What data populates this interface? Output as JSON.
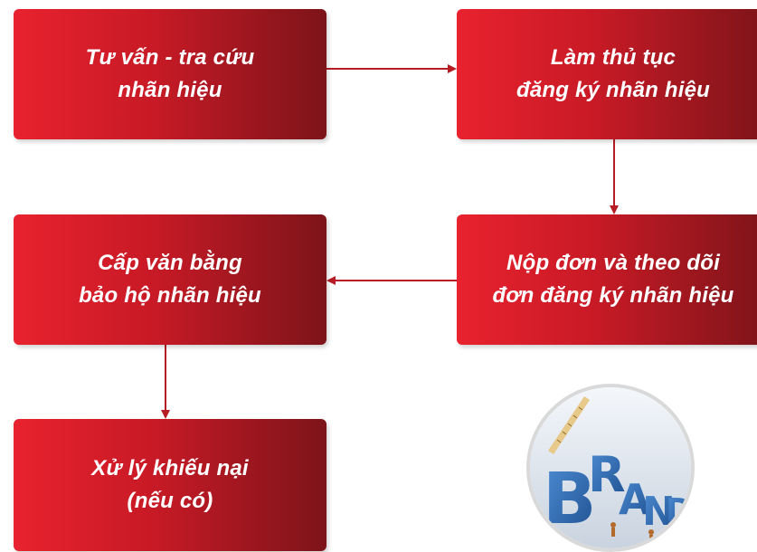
{
  "steps": [
    {
      "label": "Tư vấn - tra cứu\nnhãn hiệu"
    },
    {
      "label": "Làm thủ tục\nđăng ký nhãn hiệu"
    },
    {
      "label": "Cấp văn bằng\nbảo hộ nhãn hiệu"
    },
    {
      "label": "Nộp đơn và theo dõi\nđơn đăng ký nhãn hiệu"
    },
    {
      "label": "Xử lý khiếu nại\n(nếu có)"
    }
  ],
  "brand_image": {
    "text": "BRAND"
  },
  "colors": {
    "box_start": "#e8222e",
    "box_end": "#7c1419",
    "connector": "#b71c24",
    "brand_letters": "#2e6fb5"
  }
}
